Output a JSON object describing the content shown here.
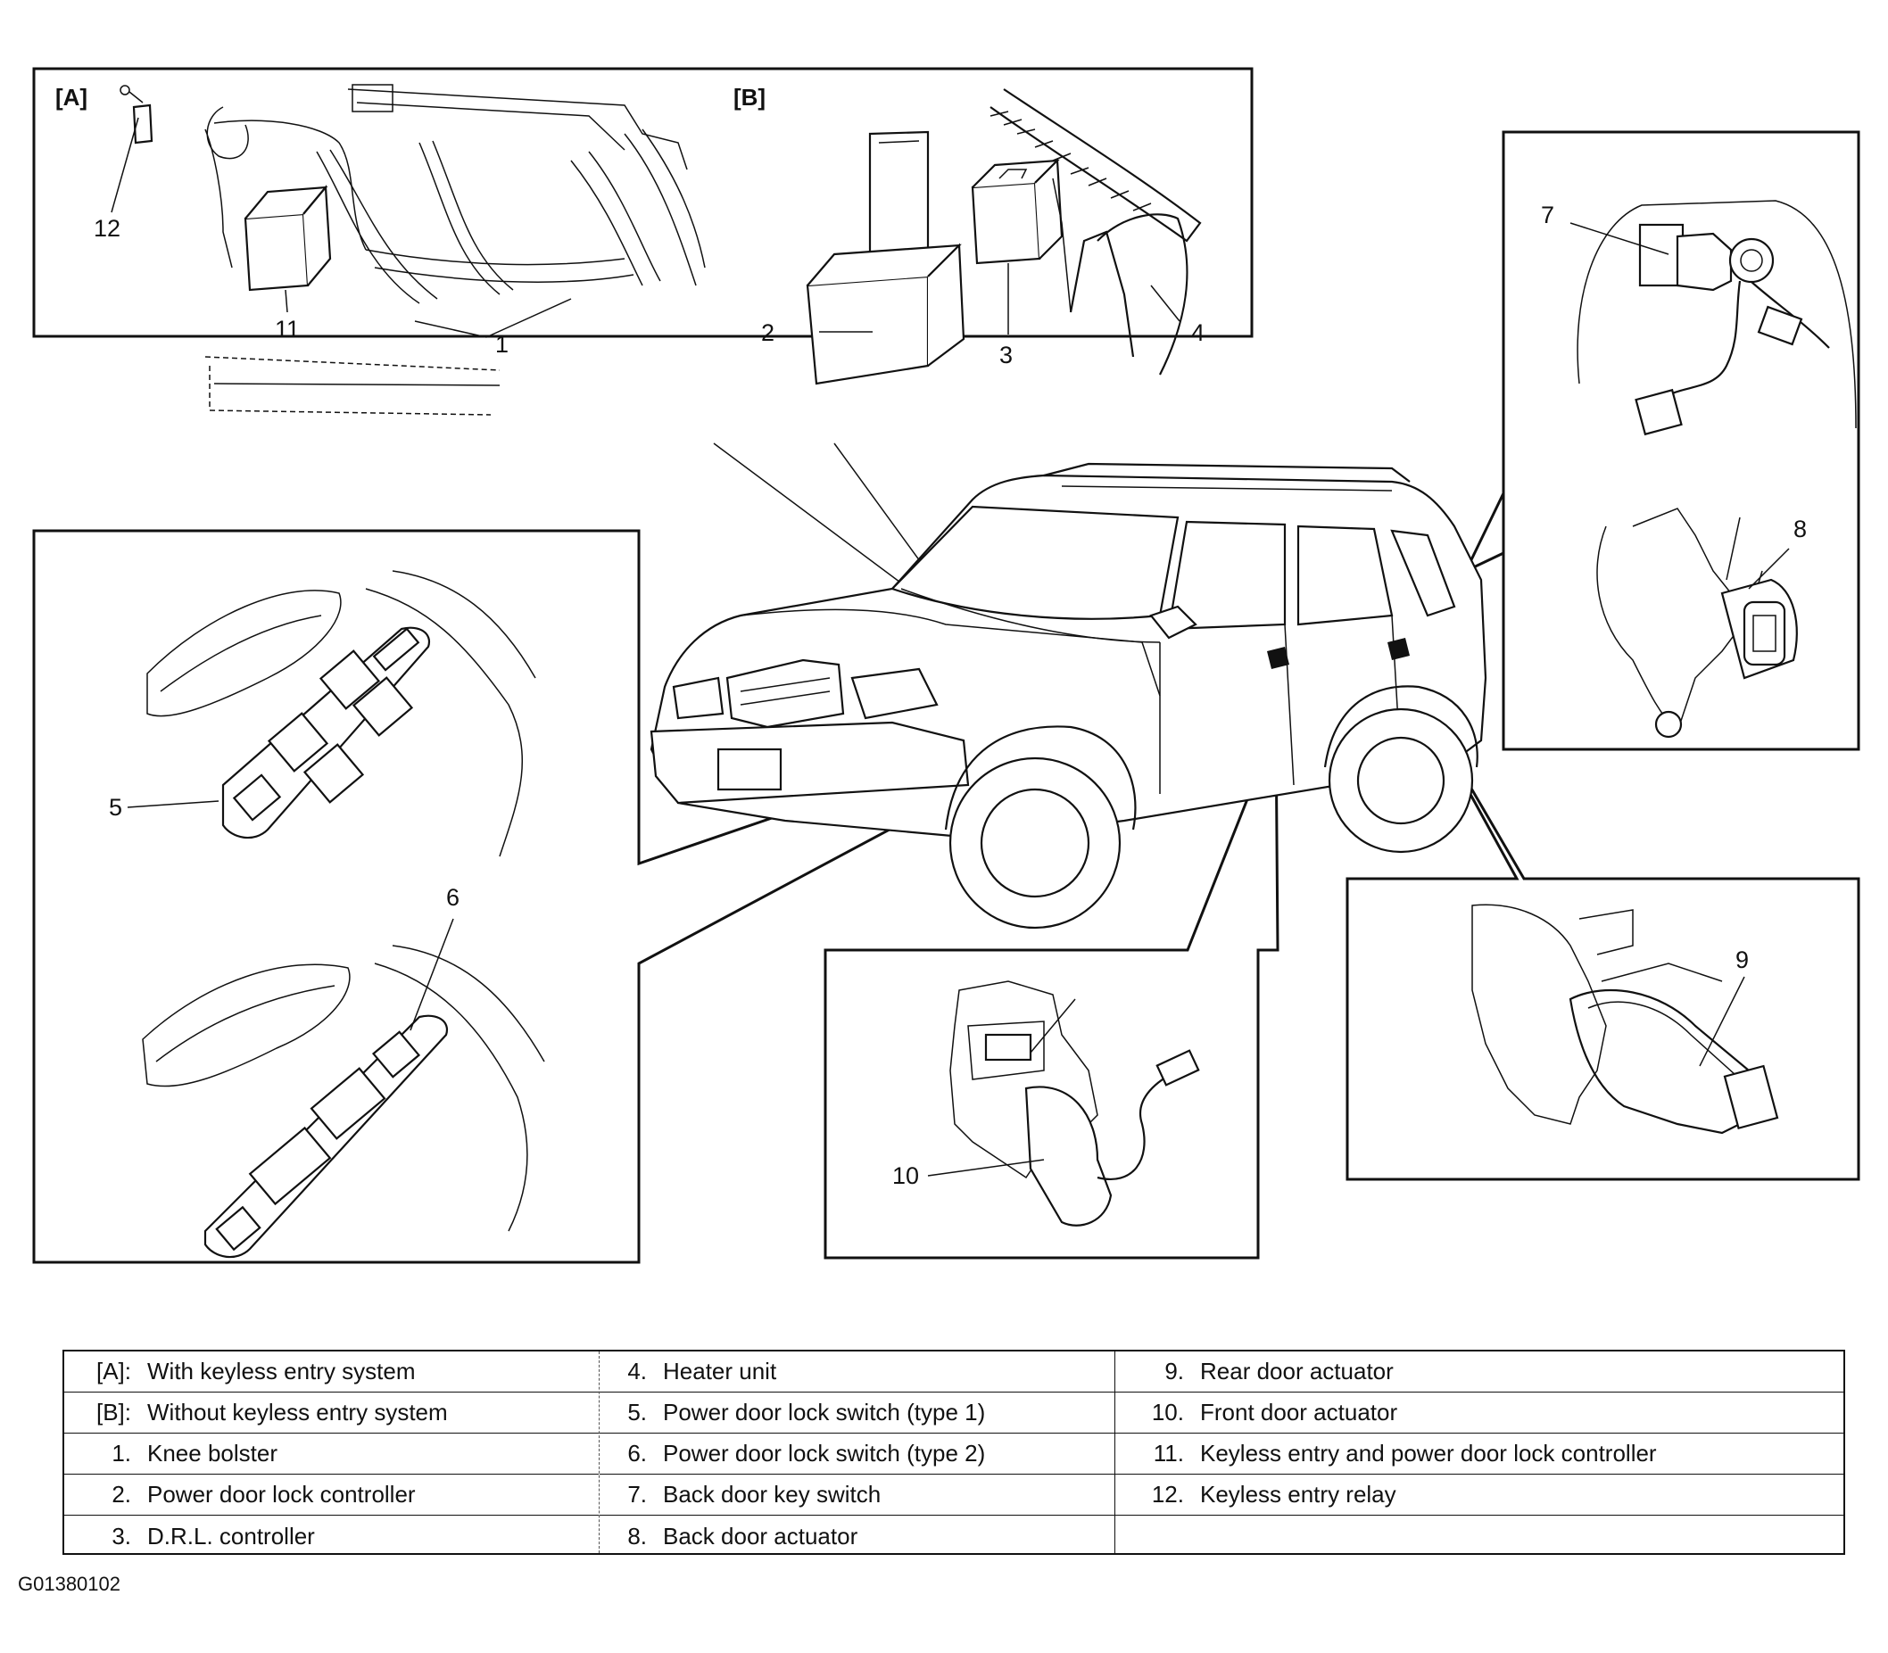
{
  "panels": {
    "a_label": "[A]",
    "b_label": "[B]"
  },
  "callouts": {
    "n1": "1",
    "n2": "2",
    "n3": "3",
    "n4": "4",
    "n5": "5",
    "n6": "6",
    "n7": "7",
    "n8": "8",
    "n9": "9",
    "n10": "10",
    "n11": "11",
    "n12": "12"
  },
  "legend": {
    "columns": [
      [
        {
          "key": "[A]:",
          "desc": "With keyless entry system"
        },
        {
          "key": "[B]:",
          "desc": "Without keyless entry system"
        },
        {
          "key": "1.",
          "desc": "Knee bolster"
        },
        {
          "key": "2.",
          "desc": "Power door lock controller"
        },
        {
          "key": "3.",
          "desc": "D.R.L. controller"
        }
      ],
      [
        {
          "key": "4.",
          "desc": "Heater unit"
        },
        {
          "key": "5.",
          "desc": "Power door lock switch (type 1)"
        },
        {
          "key": "6.",
          "desc": "Power door lock switch (type 2)"
        },
        {
          "key": "7.",
          "desc": "Back door key switch"
        },
        {
          "key": "8.",
          "desc": "Back door actuator"
        }
      ],
      [
        {
          "key": "9.",
          "desc": "Rear door actuator"
        },
        {
          "key": "10.",
          "desc": "Front door actuator"
        },
        {
          "key": "11.",
          "desc": "Keyless entry and power door lock controller"
        },
        {
          "key": "12.",
          "desc": "Keyless entry relay"
        },
        {
          "key": "",
          "desc": ""
        }
      ]
    ]
  },
  "figure_id": "G01380102"
}
